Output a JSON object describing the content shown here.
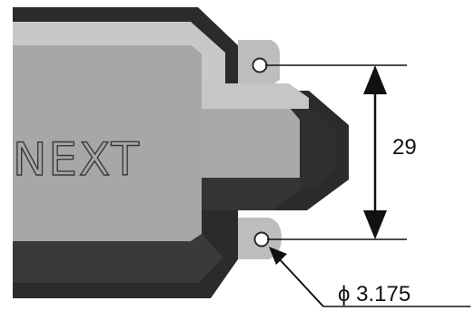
{
  "logo_text": "NEXT",
  "dimensions": {
    "hole_spacing_label": "29",
    "hole_diameter_label": "ϕ 3.175"
  },
  "colors": {
    "body_face": "#a7a7a7",
    "body_top": "#c4c4c4",
    "shadow": "#2b2b2b",
    "lug": "#bdbdbd",
    "line": "#111111"
  }
}
